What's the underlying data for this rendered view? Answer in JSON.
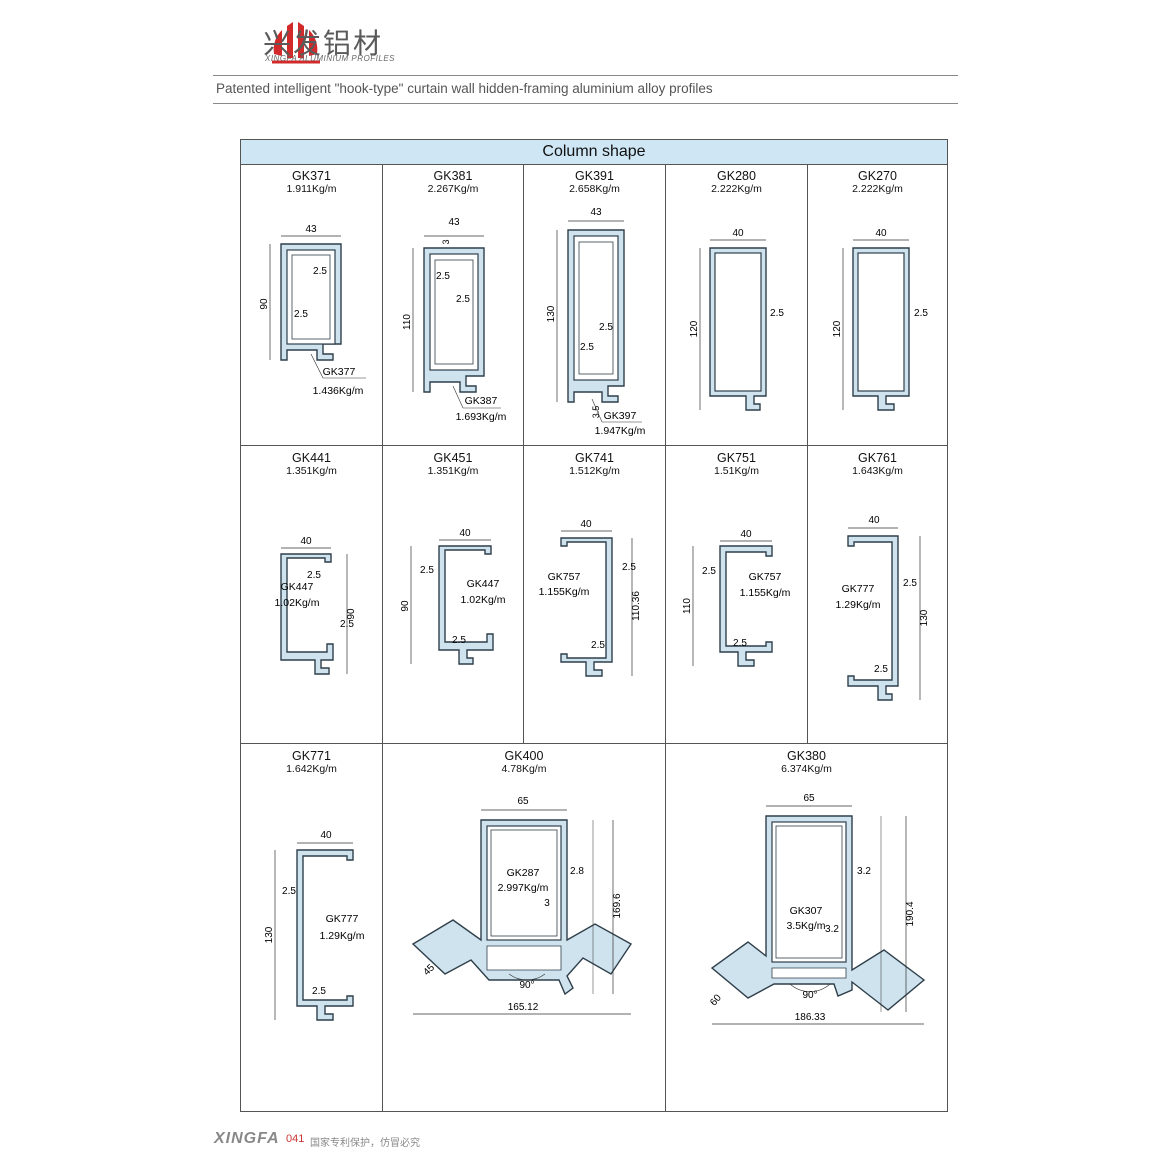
{
  "header": {
    "logo_cn": "兴发铝材",
    "logo_en": "XINGFA ALUMINIUM PROFILES",
    "subtitle": "Patented intelligent \"hook-type\" curtain wall hidden-framing aluminium alloy profiles"
  },
  "table": {
    "title": "Column shape",
    "cells": [
      {
        "code": "GK371",
        "weight": "1.911Kg/m",
        "dims": [
          "43",
          "2.5",
          "90",
          "2.5"
        ],
        "sub_code": "GK377",
        "sub_weight": "1.436Kg/m"
      },
      {
        "code": "GK381",
        "weight": "2.267Kg/m",
        "dims": [
          "43",
          "3",
          "2.5",
          "2.5",
          "110"
        ],
        "sub_code": "GK387",
        "sub_weight": "1.693Kg/m"
      },
      {
        "code": "GK391",
        "weight": "2.658Kg/m",
        "dims": [
          "43",
          "130",
          "2.5",
          "2.5",
          "3.5"
        ],
        "sub_code": "GK397",
        "sub_weight": "1.947Kg/m"
      },
      {
        "code": "GK280",
        "weight": "2.222Kg/m",
        "dims": [
          "40",
          "120",
          "2.5"
        ]
      },
      {
        "code": "GK270",
        "weight": "2.222Kg/m",
        "dims": [
          "40",
          "120",
          "2.5"
        ]
      },
      {
        "code": "GK441",
        "weight": "1.351Kg/m",
        "dims": [
          "40",
          "2.5",
          "90",
          "2.5"
        ],
        "sub_code": "GK447",
        "sub_weight": "1.02Kg/m"
      },
      {
        "code": "GK451",
        "weight": "1.351Kg/m",
        "dims": [
          "40",
          "2.5",
          "90",
          "2.5"
        ],
        "sub_code": "GK447",
        "sub_weight": "1.02Kg/m"
      },
      {
        "code": "GK741",
        "weight": "1.512Kg/m",
        "dims": [
          "40",
          "2.5",
          "110.36",
          "2.5"
        ],
        "sub_code": "GK757",
        "sub_weight": "1.155Kg/m"
      },
      {
        "code": "GK751",
        "weight": "1.51Kg/m",
        "dims": [
          "40",
          "2.5",
          "110",
          "2.5"
        ],
        "sub_code": "GK757",
        "sub_weight": "1.155Kg/m"
      },
      {
        "code": "GK761",
        "weight": "1.643Kg/m",
        "dims": [
          "40",
          "2.5",
          "130",
          "2.5"
        ],
        "sub_code": "GK777",
        "sub_weight": "1.29Kg/m"
      },
      {
        "code": "GK771",
        "weight": "1.642Kg/m",
        "dims": [
          "40",
          "2.5",
          "130",
          "2.5"
        ],
        "sub_code": "GK777",
        "sub_weight": "1.29Kg/m"
      },
      {
        "code": "GK400",
        "weight": "4.78Kg/m",
        "dims": [
          "65",
          "2.8",
          "169.6",
          "3",
          "45",
          "90°",
          "165.12"
        ],
        "sub_code": "GK287",
        "sub_weight": "2.997Kg/m"
      },
      {
        "code": "GK380",
        "weight": "6.374Kg/m",
        "dims": [
          "65",
          "3.2",
          "190.4",
          "3.2",
          "60",
          "90°",
          "186.33"
        ],
        "sub_code": "GK307",
        "sub_weight": "3.5Kg/m"
      }
    ]
  },
  "footer": {
    "brand": "XINGFA",
    "page": "041",
    "note": "国家专利保护，仿冒必究"
  },
  "colors": {
    "logo_red": "#d22a2a",
    "header_band": "#cfe6f5",
    "profile_fill": "#cfe3ee",
    "profile_stroke": "#2f3f4a"
  }
}
